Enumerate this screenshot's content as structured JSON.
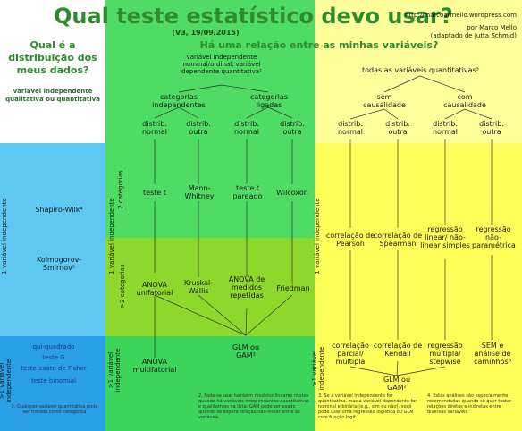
{
  "title": "Qual teste estatístico devo usar?",
  "version": "(V3, 19/09/2015)",
  "url": "http://marcoarmello.wordpress.com",
  "author": "por Marco Mello",
  "adapted": "(adaptado de Jutta Schmid)",
  "left_header": "Qual é a distribuição dos meus dados?",
  "main_question": "Há uma relação entre as minhas variáveis?",
  "left_var": "variável independente qualitativa ou quantitativa",
  "green_top": "variável independente nominal/ordinal, variável dependente quantitativa¹",
  "cat_indep": "categorias independentes",
  "cat_linked": "categorias ligadas",
  "yellow_top": "todas as variáveis quantitativas³",
  "sem_causal": "sem causalidade",
  "com_causal": "com causalidade",
  "distrib_normal": "distrib. normal",
  "distrib_outra": "distrib. outra",
  "row1_label": "1 variável independente",
  "row1a_label": "2 categorias",
  "row1b_label": ">2 categorias",
  "row2_label": ">1 variável independente",
  "row1_green_label": "1 variável independente",
  "row2_green_label": ">1 variável independente",
  "row1_yellow_label": "1 variável independente",
  "row2_yellow_label": ">1 variável independente",
  "shapiro": "Shapiro-Wilk⁴",
  "kolmo": "Kolmogorov-Smirnov⁵",
  "teste_t": "teste t",
  "mann": "Mann-Whitney",
  "teste_t_pareado": "teste t pareado",
  "wilcoxon": "Wilcoxon",
  "anova_uni": "ANOVA unifatorial",
  "kruskal": "Kruskal-Wallis",
  "anova_rep": "ANOVA de medidos repetidas",
  "friedman": "Friedman",
  "anova_multi": "ANOVA multifatorial",
  "glm_gam_green": "GLM ou GAM²",
  "pearson": "correlação de Pearson",
  "spearman": "correlação de Spearman",
  "reg_lin": "regressão linear/ não-linear simples",
  "reg_nonpar": "regressão não-paramétrica",
  "corr_parcial": "correlação parcial/ múltipla",
  "kendall": "correlação de Kendall",
  "reg_mult": "regressão múltipla/ stepwise",
  "sem": "SEM e análise de caminhos⁶",
  "glm_gam_yellow": "GLM ou GAM²",
  "qui_quadrado": "qui-quadrado",
  "teste_g": "teste G",
  "fisher": "teste exato de Fisher",
  "binomial": "teste binomial",
  "left_foot": "3. Qualquer variável quantitativa pode ser tratada como categórica",
  "foot2": "2. Pode-se usar também modelos lineares mistos quando há variáveis independentes quantitativas e qualitativas na lista. GAM pode ser usado quando se espera relação não-linear entre as variáveis.",
  "foot3": "3. Se a variável independente for quantitativa, mas a variável dependente for nominal e binária (e.g., sim ou não), você pode usar uma regressão logística ou GLM com função logit.",
  "foot4": "4. Estas análises são especialmente recomendadas quando se quer testar relações diretas e indiretas entre diversas variáveis.",
  "colors": {
    "green_title": "#2e8b2e",
    "blue_light": "#5ec8f2",
    "blue_dark": "#2aa0e8",
    "green_light": "#4fdc64",
    "green_mid": "#8ed82c",
    "green_dark": "#3cd45a",
    "yellow": "#ffff5a",
    "yellow_light": "#ffff9c"
  }
}
